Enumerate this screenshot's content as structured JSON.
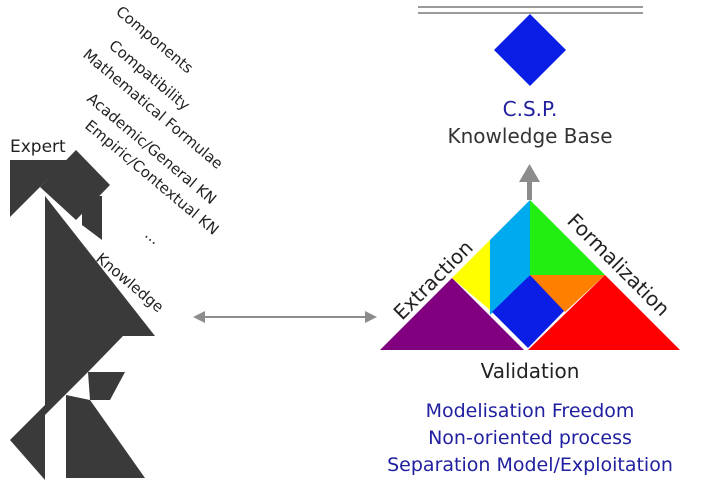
{
  "expert": {
    "label": "Expert",
    "knowledge_types": [
      "Components",
      "Compatibility",
      "Mathematical Formulae",
      "Academic/General KN",
      "Empiric/Contextual KN",
      "..."
    ],
    "knowledge_label": "Knowledge"
  },
  "knowledge_base": {
    "acronym": "C.S.P.",
    "label": "Knowledge Base"
  },
  "process": {
    "left_side": "Extraction",
    "right_side": "Formalization",
    "bottom": "Validation"
  },
  "benefits": [
    "Modelisation Freedom",
    "Non-oriented process",
    "Separation Model/Exploitation"
  ],
  "colors": {
    "figure": "#3a3a3a",
    "text": "#333333",
    "accent_blue": "#2020a0",
    "kb_diamond": "#0a1ee6",
    "arrow": "#8c8c8c",
    "purple": "#800080",
    "yellow": "#ffff00",
    "cyan": "#00aaee",
    "green": "#22ee11",
    "orange": "#ff7f00",
    "blue": "#0a1ee6",
    "red": "#ff0000"
  }
}
